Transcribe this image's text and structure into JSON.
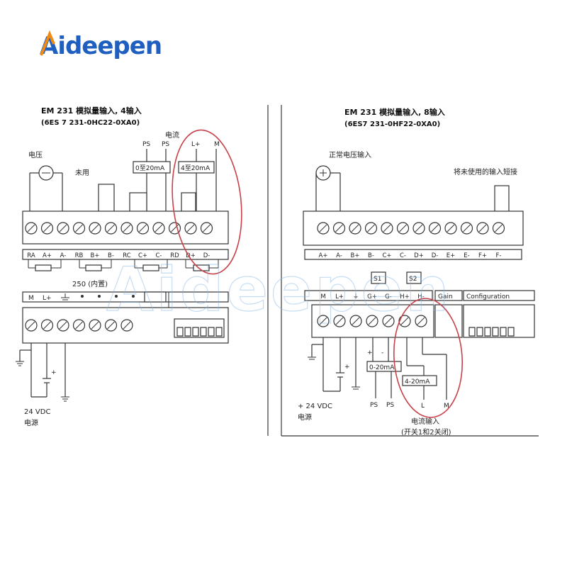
{
  "brand": {
    "logo_text": "Aideepen",
    "watermark_text": "Aideepen",
    "colors": {
      "blue": "#1f5fbf",
      "orange": "#f08a12",
      "circle": "#c8424a"
    }
  },
  "left_module": {
    "title_cn": "EM 231 模拟量输入, 4输入",
    "order_no": "(6ES 7 231-0HC22-0XA0)",
    "label_voltage": "电压",
    "label_unused": "未用",
    "label_current": "电流",
    "ps_labels": [
      "PS",
      "PS"
    ],
    "range_labels": [
      "0至20mA",
      "4至20mA"
    ],
    "lm_labels": [
      "L+",
      "M"
    ],
    "terminal_labels": [
      "RA",
      "A+",
      "A-",
      "RB",
      "B+",
      "B-",
      "RC",
      "C+",
      "C-",
      "RD",
      "D+",
      "D-"
    ],
    "lower_labels": [
      "M",
      "L+"
    ],
    "resistor_note": "250 (内置)",
    "supply_label": "24 VDC",
    "supply_cn": "电源"
  },
  "right_module": {
    "title_cn": "EM 231 模拟量输入, 8输入",
    "order_no": "(6ES7 231-0HF22-0XA0)",
    "label_normal_voltage": "正常电压输入",
    "label_short_unused": "将未使用的输入短接",
    "terminal_labels": [
      "A+",
      "A-",
      "B+",
      "B-",
      "C+",
      "C-",
      "D+",
      "D-",
      "E+",
      "E-",
      "F+",
      "F-"
    ],
    "lower_labels": [
      "M",
      "L+",
      "⏚",
      "G+",
      "G-",
      "H+",
      "H-"
    ],
    "switch_labels": [
      "S1",
      "S2"
    ],
    "gain_label": "Gain",
    "config_label": "Configuration",
    "range_labels": [
      "0-20mA",
      "4-20mA"
    ],
    "ps_labels": [
      "PS",
      "PS"
    ],
    "lm_labels": [
      "L",
      "M"
    ],
    "supply_label": "+ 24 VDC",
    "supply_cn": "电源",
    "current_input_cn": "电流输入",
    "switch_note": "(开关1和2关闭)"
  }
}
